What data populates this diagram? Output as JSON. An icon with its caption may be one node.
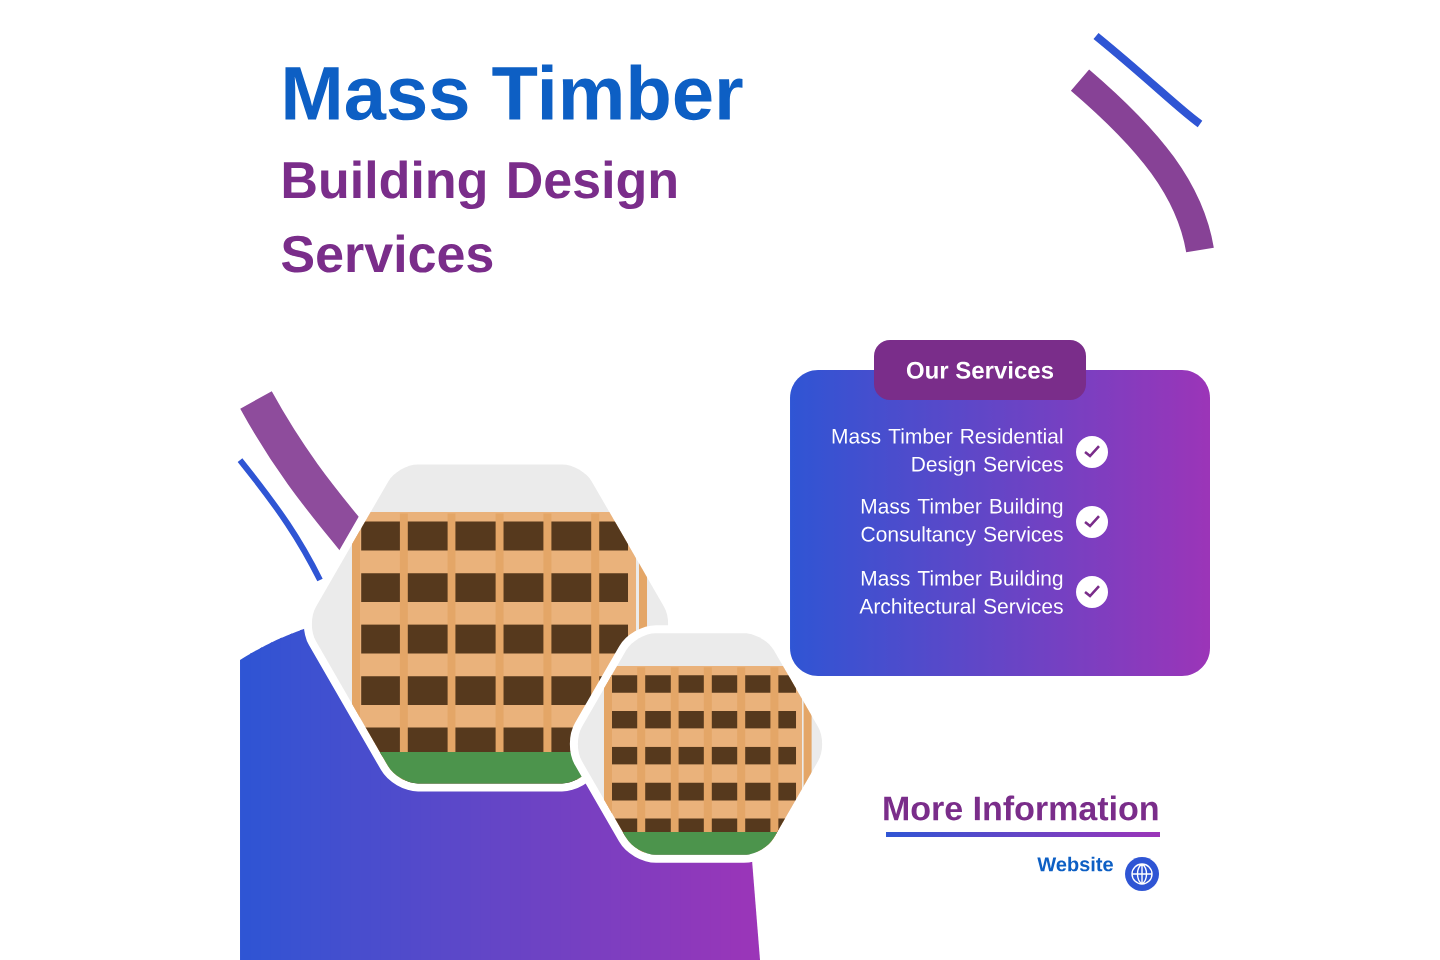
{
  "diagram": {
    "title": "Mass Timber",
    "nodes": [
      {
        "text": [
          "Our Services",
          "Mass Timber Residential Design Services",
          "Mass Timber Building Consultancy Services",
          "Mass Timber Building Architectural Services"
        ]
      }
    ],
    "labels": [
      "Building Design Services",
      "More Information",
      "Website"
    ]
  }
}
